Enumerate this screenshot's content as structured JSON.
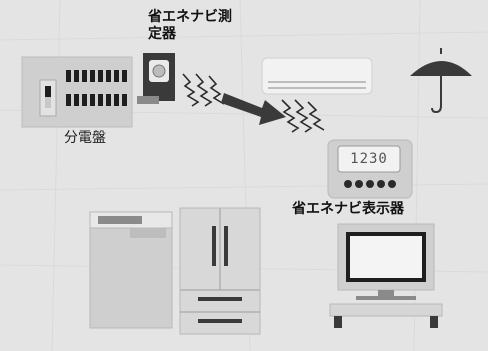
{
  "labels": {
    "meter": "省エネナビ測定器",
    "panel": "分電盤",
    "display": "省エネナビ表示器"
  },
  "display_readout": "1230",
  "colors": {
    "background": "#e4e4e4",
    "appliance_light": "#d6d6d6",
    "appliance_mid": "#9a9a9a",
    "appliance_dark": "#2c2c2c",
    "arrow": "#3a3a3a"
  },
  "icons": [
    "distribution-panel-icon",
    "measuring-device-icon",
    "wireless-signal-icon",
    "air-conditioner-icon",
    "umbrella-icon",
    "display-unit-icon",
    "washing-machine-icon",
    "refrigerator-icon",
    "television-icon"
  ]
}
